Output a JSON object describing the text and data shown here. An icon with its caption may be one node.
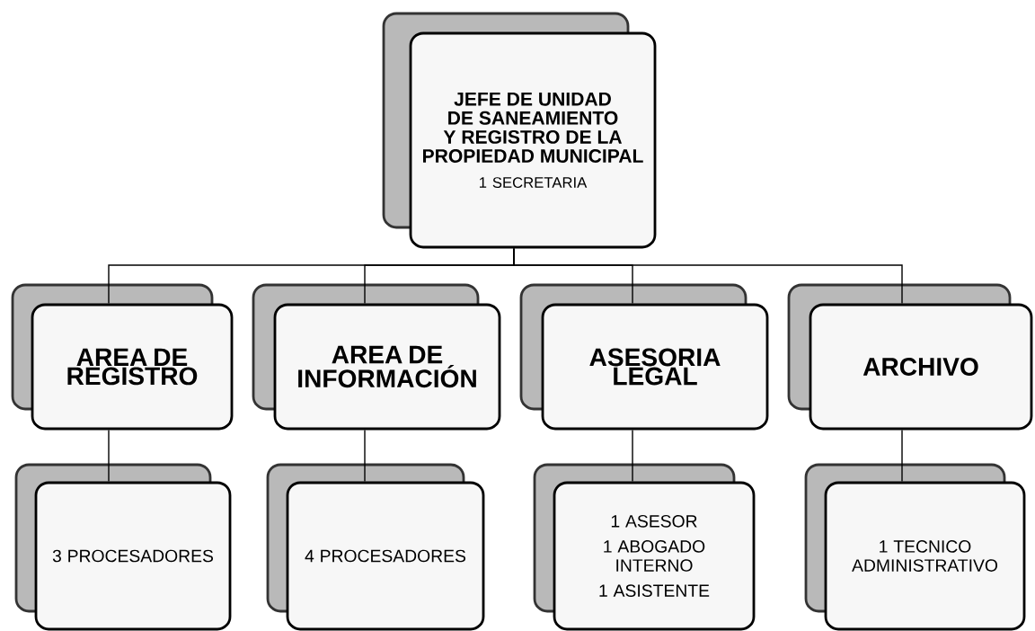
{
  "diagram": {
    "nodes": [
      {
        "text": [
          "JEFE DE UNIDAD DE SANEAMIENTO Y REGISTRO DE LA PROPIEDAD MUNICIPAL",
          "1 SECRETARIA"
        ]
      },
      {
        "text": [
          "AREA DE REGISTRO"
        ]
      },
      {
        "text": [
          "AREA DE INFORMACIÓN"
        ]
      },
      {
        "text": [
          "ASESORIA LEGAL"
        ]
      },
      {
        "text": [
          "ARCHIVO"
        ]
      },
      {
        "text": [
          "3 PROCESADORES"
        ]
      },
      {
        "text": [
          "4 PROCESADORES"
        ]
      },
      {
        "text": [
          "1 ASESOR",
          "1 ABOGADO INTERNO",
          "1 ASISTENTE"
        ]
      },
      {
        "text": [
          "1 TECNICO ADMINISTRATIVO"
        ]
      }
    ],
    "edges": [
      {
        "from": 0,
        "to": 1,
        "arrow": "none"
      },
      {
        "from": 0,
        "to": 2,
        "arrow": "none"
      },
      {
        "from": 0,
        "to": 3,
        "arrow": "none"
      },
      {
        "from": 0,
        "to": 4,
        "arrow": "none"
      },
      {
        "from": 1,
        "to": 5,
        "arrow": "none"
      },
      {
        "from": 2,
        "to": 6,
        "arrow": "none"
      },
      {
        "from": 3,
        "to": 7,
        "arrow": "none"
      },
      {
        "from": 4,
        "to": 8,
        "arrow": "none"
      }
    ]
  }
}
